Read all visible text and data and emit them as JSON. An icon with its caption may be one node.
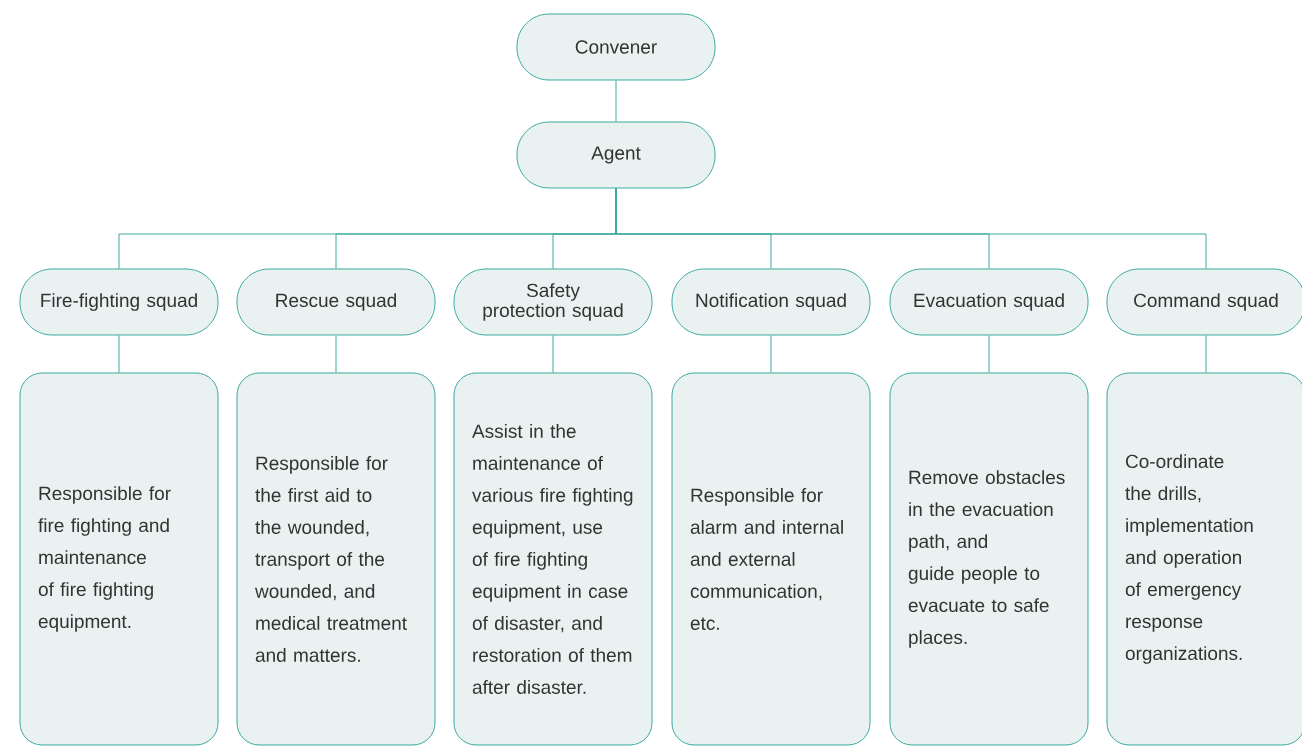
{
  "diagram": {
    "nodes": [
      {
        "text": [
          "Convener"
        ]
      },
      {
        "text": [
          "Agent"
        ]
      },
      {
        "text": [
          "Fire-fighting squad"
        ]
      },
      {
        "text": [
          "Rescue squad"
        ]
      },
      {
        "text": [
          "Safety protection squad"
        ]
      },
      {
        "text": [
          "Notification squad"
        ]
      },
      {
        "text": [
          "Evacuation squad"
        ]
      },
      {
        "text": [
          "Command squad"
        ]
      },
      {
        "text": [
          "Responsible for fire fighting and maintenance of fire fighting equipment."
        ]
      },
      {
        "text": [
          "Responsible for the first aid to the wounded, transport of the wounded, and medical treatment and matters."
        ]
      },
      {
        "text": [
          "Assist in the maintenance of various fire fighting equipment, use of fire fighting equipment in case of disaster, and restoration of them after disaster."
        ]
      },
      {
        "text": [
          "Responsible for alarm and internal and external communication, etc."
        ]
      },
      {
        "text": [
          "Remove obstacles in the evacuation path, and guide people to evacuate to safe places."
        ]
      },
      {
        "text": [
          "Co-ordinate the drills, implementation and operation of emergency response organizations."
        ]
      }
    ],
    "edges": [
      {
        "from": 0,
        "to": 1,
        "arrow": "none"
      },
      {
        "from": 1,
        "to": 2,
        "arrow": "none"
      },
      {
        "from": 1,
        "to": 3,
        "arrow": "none"
      },
      {
        "from": 1,
        "to": 4,
        "arrow": "none"
      },
      {
        "from": 1,
        "to": 5,
        "arrow": "none"
      },
      {
        "from": 1,
        "to": 6,
        "arrow": "none"
      },
      {
        "from": 1,
        "to": 7,
        "arrow": "none"
      },
      {
        "from": 2,
        "to": 8,
        "arrow": "none"
      },
      {
        "from": 3,
        "to": 9,
        "arrow": "none"
      },
      {
        "from": 4,
        "to": 10,
        "arrow": "none"
      },
      {
        "from": 5,
        "to": 11,
        "arrow": "none"
      },
      {
        "from": 6,
        "to": 12,
        "arrow": "none"
      },
      {
        "from": 7,
        "to": 13,
        "arrow": "none"
      }
    ]
  }
}
